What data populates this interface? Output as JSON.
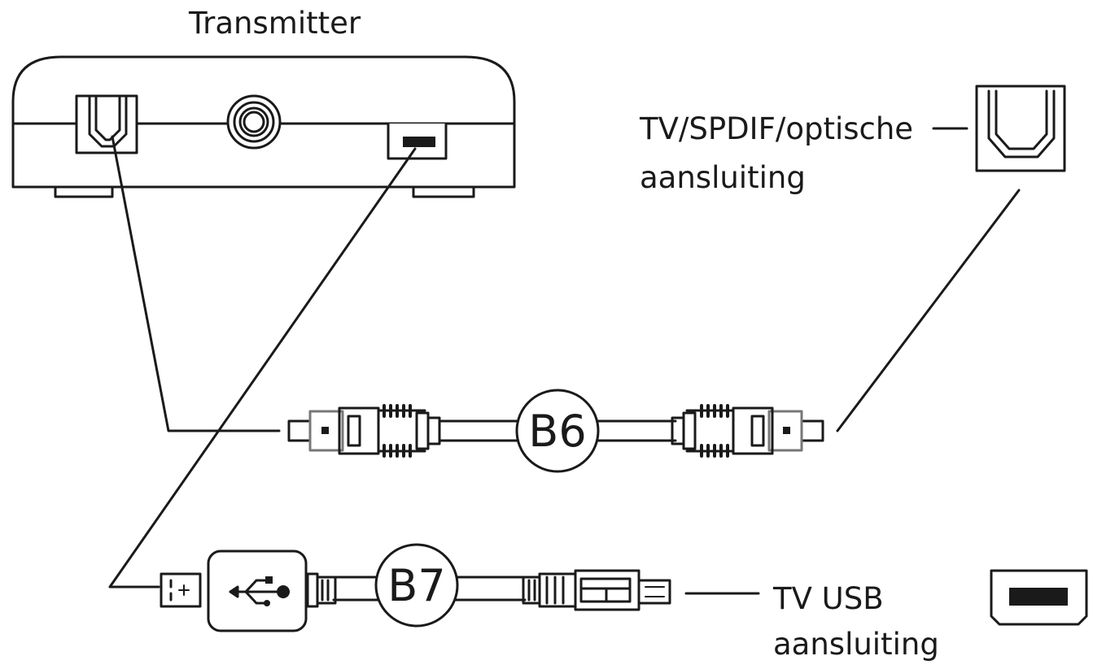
{
  "labels": {
    "transmitter": "Transmitter",
    "optical_port_line1": "TV/SPDIF/optische",
    "optical_port_line2": "aansluiting",
    "usb_port_line1": "TV USB",
    "usb_port_line2": "aansluiting"
  },
  "cables": {
    "optical": "B6",
    "usb": "B7"
  },
  "colors": {
    "stroke": "#1a1a1a",
    "background": "#ffffff"
  }
}
